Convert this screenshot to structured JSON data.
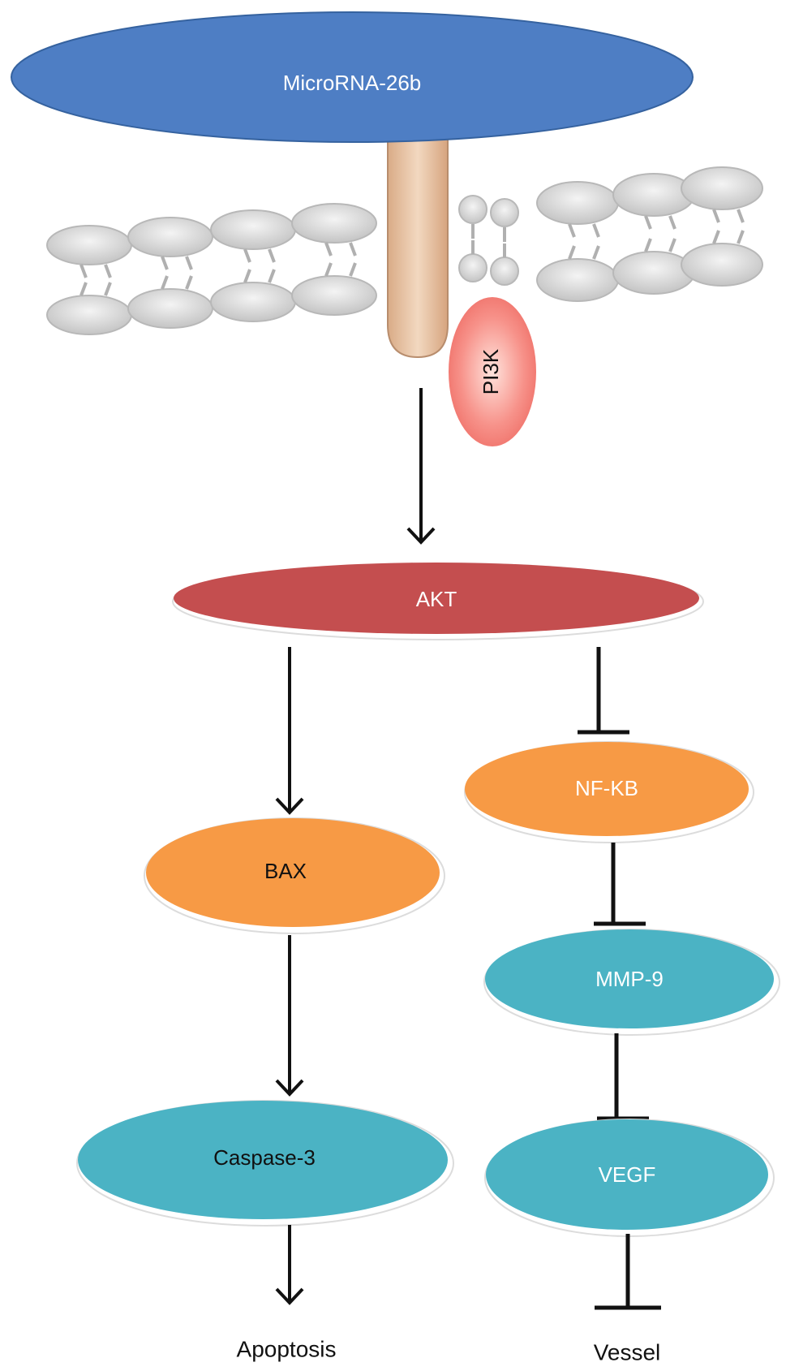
{
  "colors": {
    "microrna": "#4e7ec4",
    "akt": "#c44e4f",
    "orange": "#f79a45",
    "teal": "#4bb3c4",
    "pi3k_center": "#ffd6cf",
    "pi3k_edge": "#ef6a62",
    "stalk": "#e6c3a4",
    "membrane": "#d2d2d2",
    "arrow": "#111111"
  },
  "nodes": {
    "microrna": "MicroRNA-26b",
    "pi3k": "PI3K",
    "akt": "AKT",
    "bax": "BAX",
    "caspase": "Caspase-3",
    "nfkb": "NF-KB",
    "mmp9": "MMP-9",
    "vegf": "VEGF"
  },
  "outcomes": {
    "apoptosis": "Apoptosis",
    "vessel": "Vessel"
  },
  "edges": [
    {
      "from": "pi3k",
      "to": "akt",
      "type": "activation"
    },
    {
      "from": "akt",
      "to": "bax",
      "type": "activation"
    },
    {
      "from": "bax",
      "to": "caspase",
      "type": "activation"
    },
    {
      "from": "caspase",
      "to": "apoptosis",
      "type": "activation"
    },
    {
      "from": "akt",
      "to": "nfkb",
      "type": "inhibition"
    },
    {
      "from": "nfkb",
      "to": "mmp9",
      "type": "inhibition"
    },
    {
      "from": "mmp9",
      "to": "vegf",
      "type": "inhibition"
    },
    {
      "from": "vegf",
      "to": "vessel",
      "type": "inhibition"
    }
  ]
}
